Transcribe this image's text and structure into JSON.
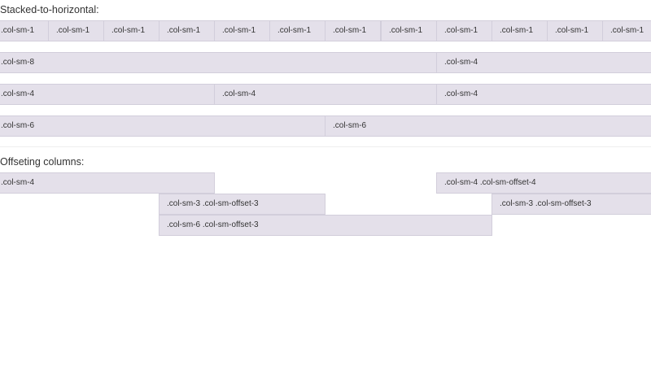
{
  "sections": {
    "stacked": {
      "heading": "Stacked-to-horizontal:"
    },
    "offset": {
      "heading": "Offseting columns:"
    }
  },
  "colors": {
    "column_bg": "#e4e0ea",
    "column_border": "#d2cedb",
    "text": "#333333"
  },
  "rows": [
    [
      "​.col-sm-1",
      ".col-sm-1",
      ".col-sm-1",
      ".col-sm-1",
      ".col-sm-1",
      ".col-sm-1",
      ".col-sm-1",
      ".col-sm-1",
      ".col-sm-1",
      ".col-sm-1",
      ".col-sm-1",
      ".col-sm-1"
    ],
    [
      ".col-sm-8",
      ".col-sm-4"
    ],
    [
      ".col-sm-4",
      ".col-sm-4",
      ".col-sm-4"
    ],
    [
      ".col-sm-6",
      ".col-sm-6"
    ],
    [
      ".col-sm-4",
      ".col-sm-4 .col-sm-offset-4"
    ],
    [
      ".col-sm-3 .col-sm-offset-3",
      ".col-sm-3 .col-sm-offset-3"
    ],
    [
      ".col-sm-6 .col-sm-offset-3"
    ]
  ]
}
